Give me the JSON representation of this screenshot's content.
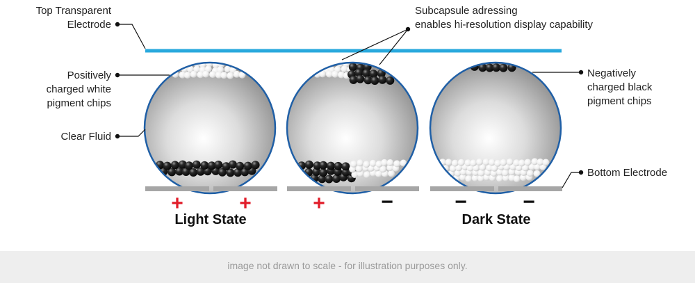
{
  "labels": {
    "top_electrode": [
      "Top Transparent",
      "Electrode"
    ],
    "positive_chips": [
      "Positively",
      "charged white",
      "pigment chips"
    ],
    "clear_fluid": "Clear Fluid",
    "subcapsule": [
      "Subcapsule adressing",
      "enables hi-resolution display capability"
    ],
    "negative_chips": [
      "Negatively",
      "charged black",
      "pigment chips"
    ],
    "bottom_electrode": "Bottom Electrode"
  },
  "states": {
    "light": "Light State",
    "dark": "Dark State"
  },
  "charges": [
    "+",
    "+",
    "+",
    "−",
    "−",
    "−"
  ],
  "footer": "image not drawn to scale - for illustration purposes only.",
  "colors": {
    "top_electrode": "#29a9dd",
    "capsule_outline": "#1f5fa6",
    "bottom_electrode": "#a6a6a6",
    "plus": "#e11d2a",
    "minus": "#111111",
    "footer_bg": "#eeeeee"
  },
  "capsules": [
    {
      "name": "light-state-capsule",
      "top_chips": "white",
      "bottom_chips": "black"
    },
    {
      "name": "subcapsule-capsule",
      "top_chips": "white-left black-right",
      "bottom_chips": "black-left white-right"
    },
    {
      "name": "dark-state-capsule",
      "top_chips": "black",
      "bottom_chips": "white"
    }
  ]
}
